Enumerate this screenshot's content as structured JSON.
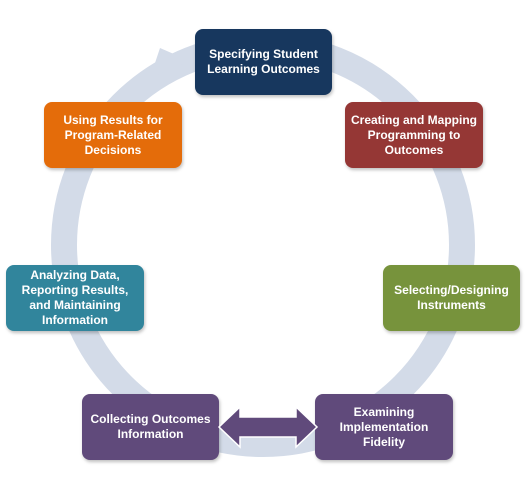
{
  "nodes": [
    {
      "label": "Specifying Student Learning Outcomes",
      "color": "#17375e"
    },
    {
      "label": "Creating and Mapping Programming to Outcomes",
      "color": "#953735"
    },
    {
      "label": "Selecting/Designing Instruments",
      "color": "#77933c"
    },
    {
      "label": "Examining Implementation Fidelity",
      "color": "#604a7b"
    },
    {
      "label": "Collecting Outcomes Information",
      "color": "#604a7b"
    },
    {
      "label": "Analyzing Data, Reporting Results, and Maintaining Information",
      "color": "#31859c"
    },
    {
      "label": "Using Results for Program-Related Decisions",
      "color": "#e46c0a"
    }
  ],
  "colors": {
    "cycle_ring": "#d3dbe8",
    "double_arrow": "#604a7b"
  },
  "icons": {
    "cycle": "cycle-arrow-icon",
    "link": "double-arrow-icon"
  }
}
